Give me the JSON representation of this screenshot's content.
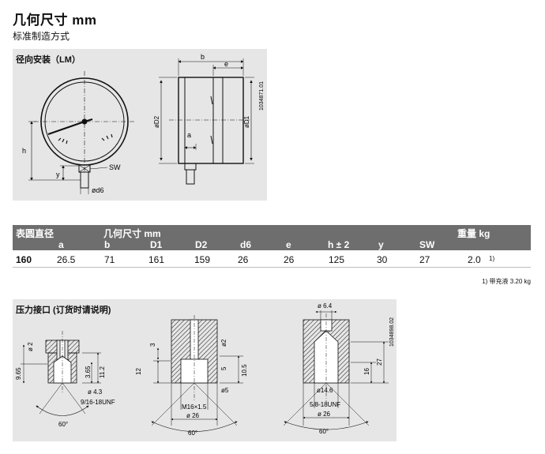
{
  "header": {
    "title": "几何尺寸 mm",
    "subtitle": "标准制造方式"
  },
  "radial_panel": {
    "label": "径向安装（LM）",
    "drawing_number": "1034871.01",
    "front_labels": {
      "h": "h",
      "y": "y",
      "sw": "SW",
      "d6": "ød6"
    },
    "side_labels": {
      "b": "b",
      "e": "e",
      "a": "a",
      "d2": "øD2",
      "d1": "øD1"
    }
  },
  "table": {
    "header_row1": {
      "col0": "表圆直径",
      "col1": "几何尺寸 mm",
      "col_weight": "重量 kg"
    },
    "columns": [
      "a",
      "b",
      "D1",
      "D2",
      "d6",
      "e",
      "h ± 2",
      "y",
      "SW"
    ],
    "rows": [
      {
        "size": "160",
        "a": "26.5",
        "b": "71",
        "d1": "161",
        "d2": "159",
        "d6": "26",
        "e": "26",
        "h": "125",
        "y": "30",
        "sw": "27",
        "weight": "2.0",
        "weight_note": "1)"
      }
    ],
    "footnote": "1) 带充液 3.20 kg"
  },
  "connection_panel": {
    "label": "压力接口 (订货时请说明)",
    "drawing_number": "1034898.02",
    "d1": {
      "dim_phi2": "ø 2",
      "dim_965": "9.65",
      "dim_365": "3.65",
      "dim_112": "11.2",
      "dim_phi43": "ø 4.3",
      "thread": "9/16-18UNF",
      "angle": "60°"
    },
    "d2": {
      "dim_3": "3",
      "dim_12": "12",
      "dim_phi2": "ø2",
      "dim_5": "5",
      "dim_105": "10.5",
      "dim_phi5": "ø5",
      "thread": "M16×1.5",
      "dim_phi26": "ø 26",
      "angle": "60°"
    },
    "d3": {
      "dim_phi64": "ø 6.4",
      "dim_16": "16",
      "dim_27": "27",
      "dim_phi146": "ø14.6",
      "thread": "5/8-18UNF",
      "dim_phi26": "ø 26",
      "angle": "60°"
    }
  }
}
